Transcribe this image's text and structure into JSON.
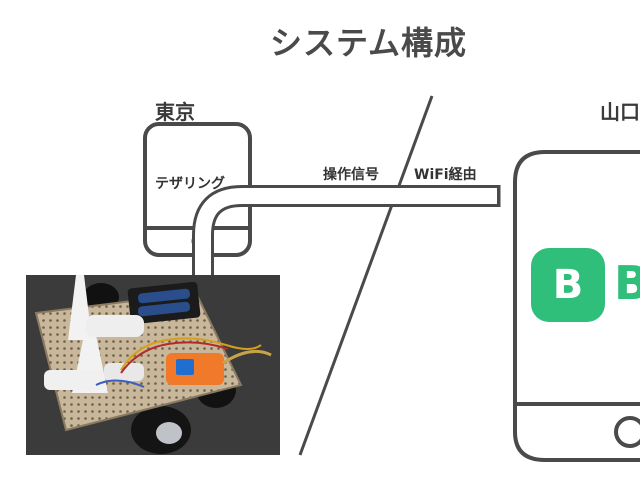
{
  "title": "システム構成",
  "left_location": "東京",
  "right_location": "山口",
  "tethering_label": "テザリング",
  "signal_label": "操作信号",
  "wifi_label": "WiFi経由",
  "app_icon_letter": "B",
  "app_name_partial": "B",
  "colors": {
    "outline": "#4a4a4a",
    "app_green": "#2fbf7b",
    "device_orange": "#f07a2a"
  },
  "photo_description_items": [
    "robot-car-chassis",
    "perfboard",
    "battery-holder",
    "controller-module",
    "wheels"
  ]
}
